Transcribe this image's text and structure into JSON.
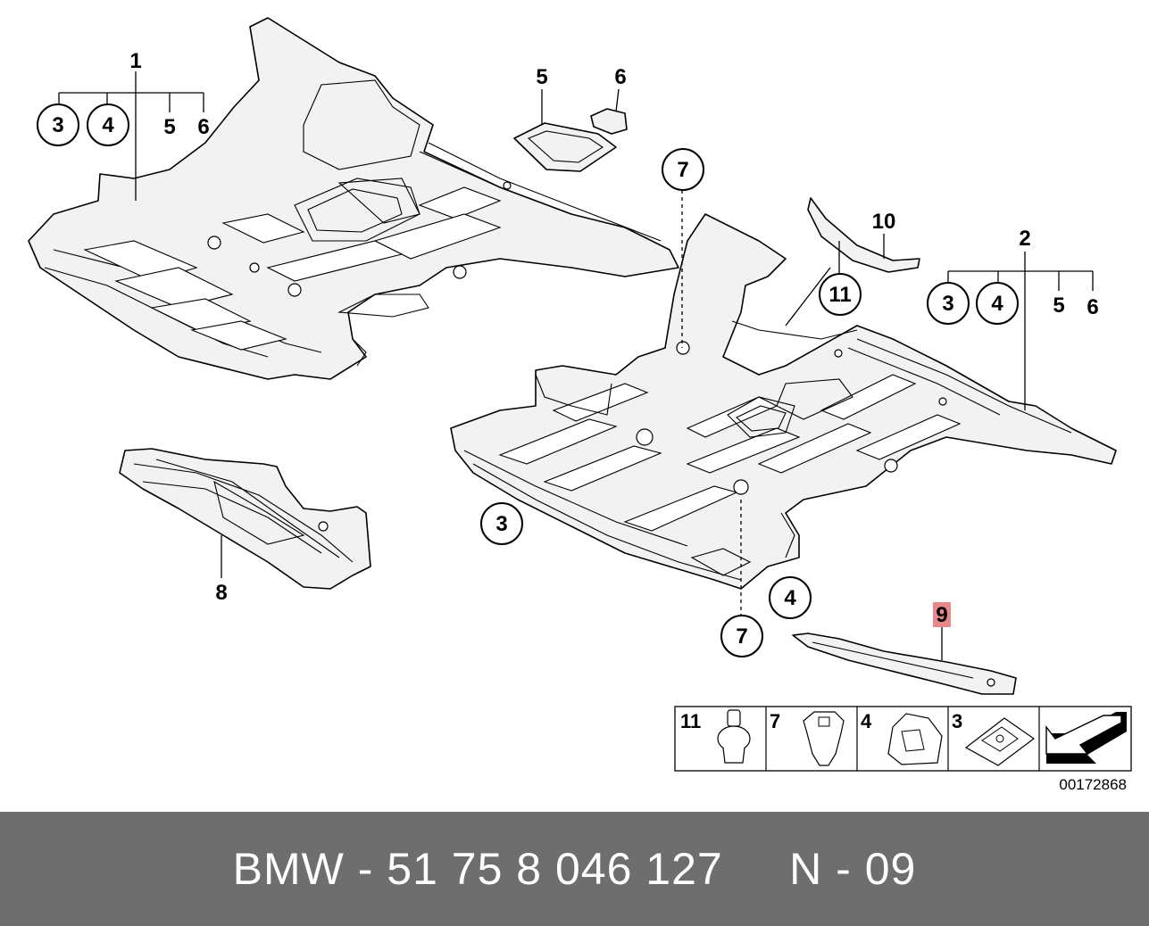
{
  "diagram": {
    "callouts": {
      "p1": "1",
      "p2": "2",
      "p3a": "3",
      "p4a": "4",
      "p5a": "5",
      "p6a": "6",
      "p3b": "3",
      "p4b": "4",
      "p5b": "5",
      "p6b": "6",
      "p5c": "5",
      "p6c": "6",
      "p7a": "7",
      "p7b": "7",
      "p8": "8",
      "p9": "9",
      "p10": "10",
      "p11": "11",
      "p3c": "3",
      "p4c": "4"
    },
    "highlight_color": "#e8878a",
    "legend": {
      "cells": [
        {
          "num": "11",
          "icon": "push-rivet-icon"
        },
        {
          "num": "7",
          "icon": "expanding-nut-icon"
        },
        {
          "num": "4",
          "icon": "clip-icon"
        },
        {
          "num": "3",
          "icon": "speed-nut-icon"
        }
      ],
      "arrow_icon": "direction-arrow-icon"
    },
    "image_code": "00172868"
  },
  "footer": {
    "text": "BMW - 51 75 8 046 127     N - 09"
  }
}
